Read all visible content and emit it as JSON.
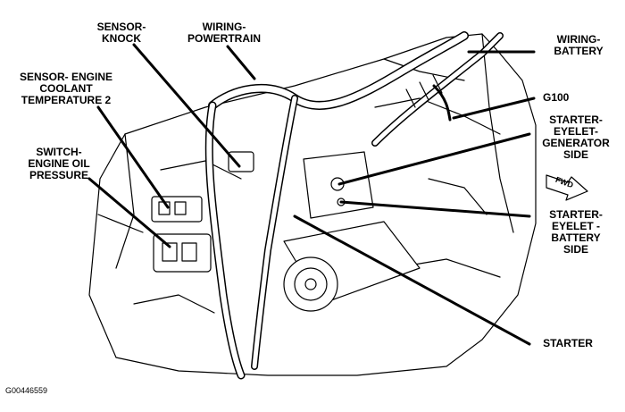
{
  "labels": {
    "sensor_knock": "SENSOR-\nKNOCK",
    "wiring_powertrain": "WIRING-\nPOWERTRAIN",
    "wiring_battery": "WIRING-\nBATTERY",
    "g100": "G100",
    "sensor_coolant": "SENSOR- ENGINE\nCOOLANT\nTEMPERATURE 2",
    "starter_eyelet_generator": "STARTER-\nEYELET-\nGENERATOR\nSIDE",
    "switch_oil": "SWITCH-\nENGINE OIL\nPRESSURE",
    "fwd": "FWD",
    "starter_eyelet_battery": "STARTER-\nEYELET -\nBATTERY\nSIDE",
    "starter": "STARTER"
  },
  "figure_code": "G00446559"
}
